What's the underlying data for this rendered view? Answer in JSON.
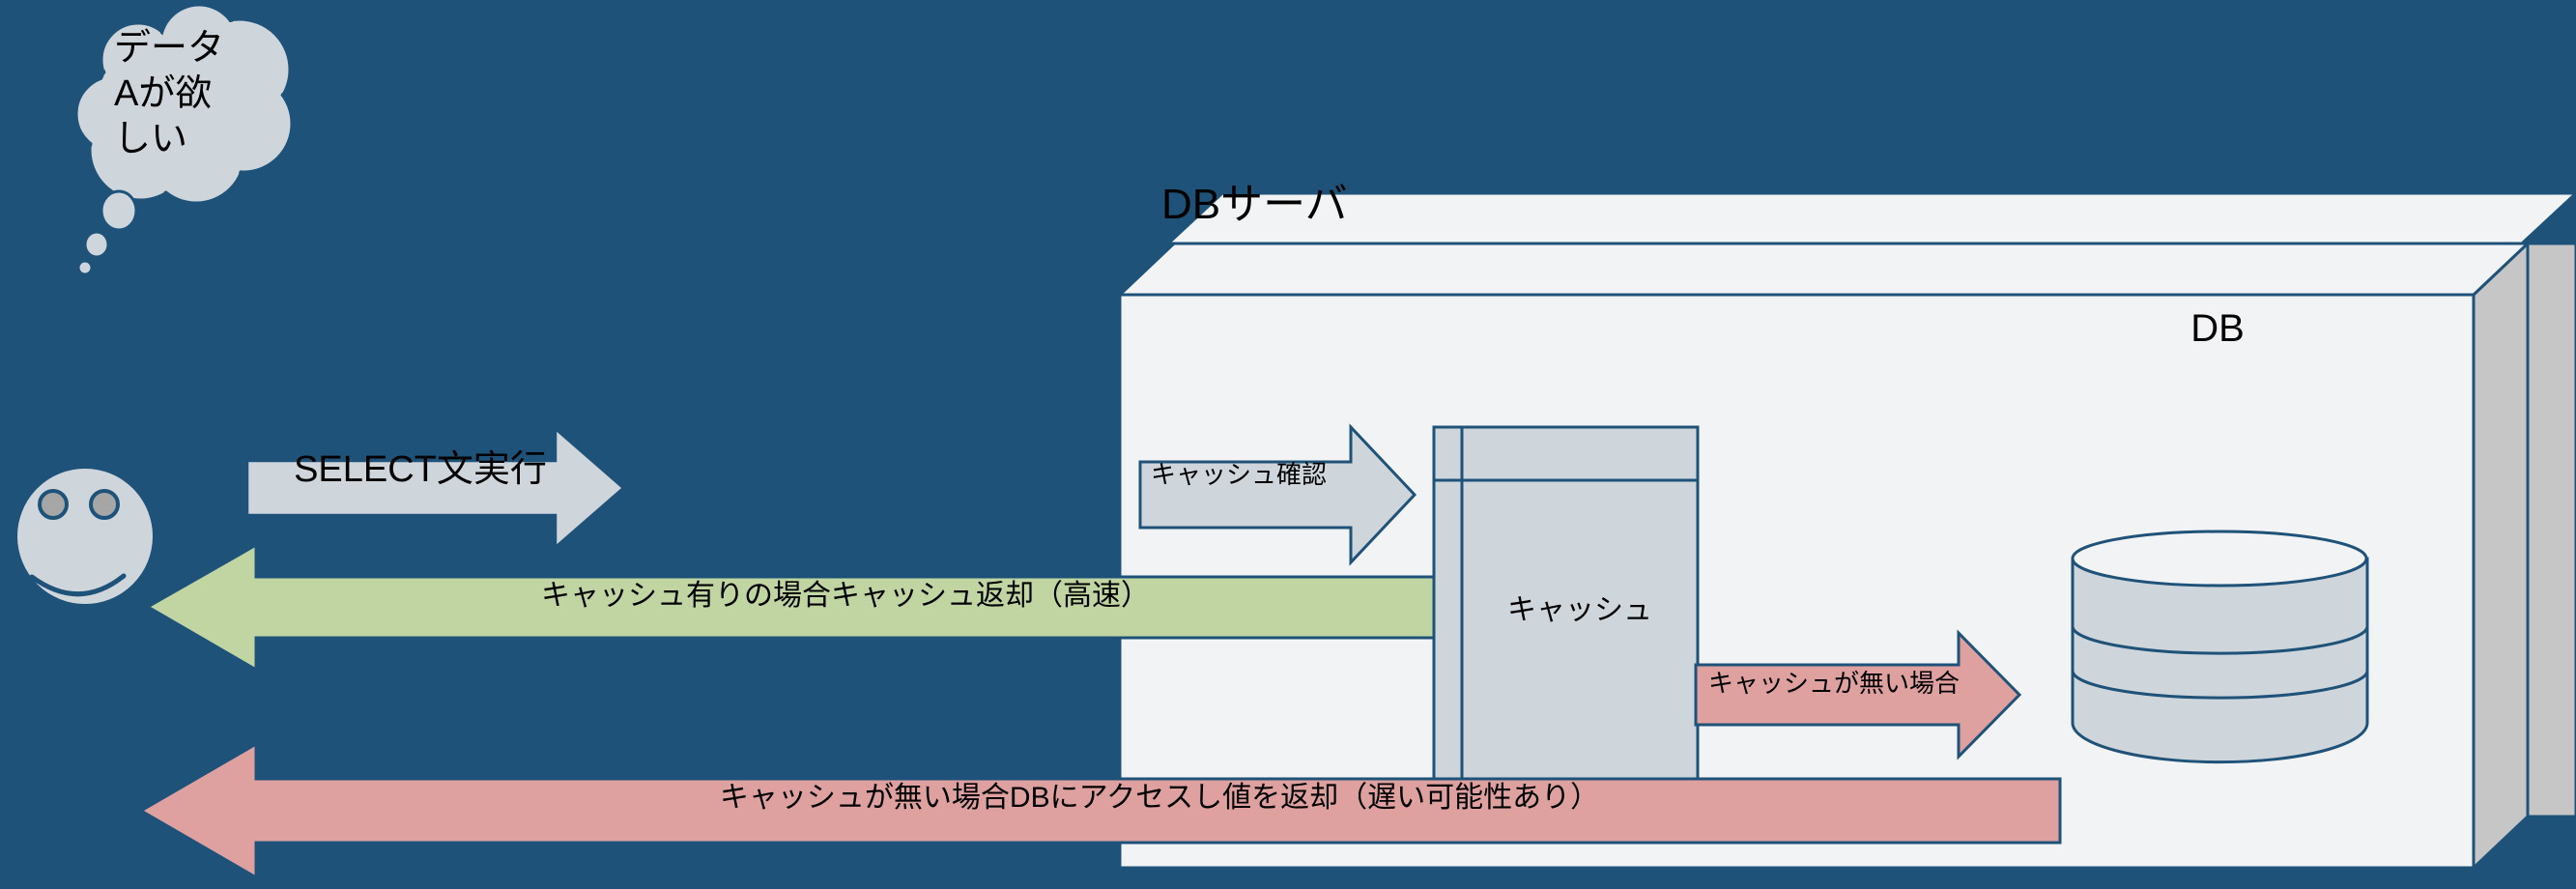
{
  "diagram": {
    "title": "DB cache access flow",
    "background_color": "#1f5279",
    "palette": {
      "outline": "#1f5279",
      "gray_fill": "#ced6dc",
      "green_fill": "#c0d5a2",
      "pink_fill": "#dfa0a0",
      "panel_fill": "#f2f3f4",
      "panel_side": "#c6c6c6",
      "eye_fill": "#a6a6a6"
    }
  },
  "thought_bubble": {
    "name": "data-request-thought",
    "lines": [
      "データ",
      "Aが欲",
      "しい"
    ],
    "text": "データAが欲しい"
  },
  "actor": {
    "name": "user-smiley",
    "expression": "smiling"
  },
  "server": {
    "label": "DBサーバ",
    "shape": "3d-box-stack"
  },
  "cache": {
    "label": "キャッシュ",
    "shape": "3d-prism"
  },
  "database": {
    "label": "DB",
    "shape": "cylinder"
  },
  "arrows": [
    {
      "id": "select",
      "label": "SELECT文実行",
      "color": "#ced6dc",
      "direction": "right",
      "from": "user",
      "to": "db-server"
    },
    {
      "id": "cache-check",
      "label": "キャッシュ確認",
      "color": "#ced6dc",
      "direction": "right",
      "from": "db-server",
      "to": "cache"
    },
    {
      "id": "cache-hit-return",
      "label": "キャッシュ有りの場合キャッシュ返却（高速）",
      "color": "#c0d5a2",
      "direction": "left",
      "from": "cache",
      "to": "user"
    },
    {
      "id": "cache-miss",
      "label": "キャッシュが無い場合",
      "color": "#dfa0a0",
      "direction": "right",
      "from": "cache",
      "to": "db"
    },
    {
      "id": "db-return",
      "label": "キャッシュが無い場合DBにアクセスし値を返却（遅い可能性あり）",
      "color": "#dfa0a0",
      "direction": "left",
      "from": "db",
      "to": "user"
    }
  ]
}
